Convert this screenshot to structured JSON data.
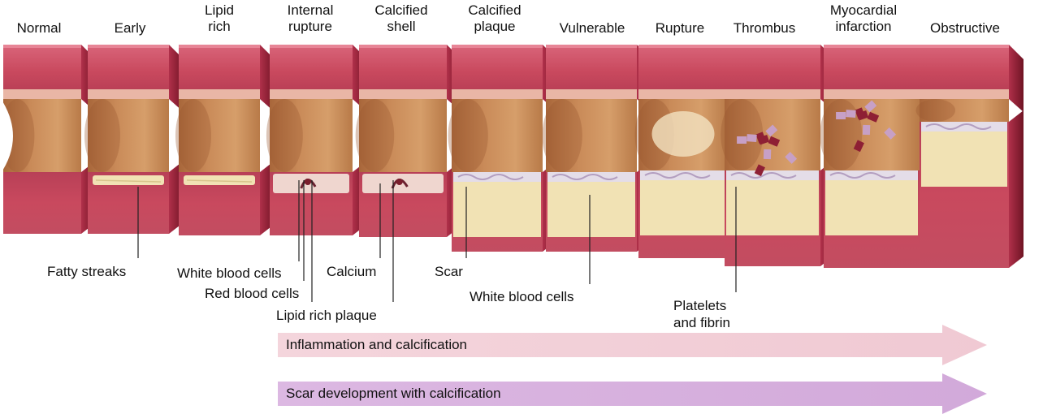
{
  "stages": [
    {
      "label": "Normal"
    },
    {
      "label": "Early"
    },
    {
      "label": "Lipid\nrich"
    },
    {
      "label": "Internal\nrupture"
    },
    {
      "label": "Calcified\nshell"
    },
    {
      "label": "Calcified\nplaque"
    },
    {
      "label": "Vulnerable"
    },
    {
      "label": "Rupture"
    },
    {
      "label": "Thrombus"
    },
    {
      "label": "Myocardial\ninfarction"
    },
    {
      "label": "Obstructive"
    }
  ],
  "callouts": {
    "fatty_streaks": "Fatty streaks",
    "white_blood_cells": "White blood cells",
    "red_blood_cells": "Red blood cells",
    "lipid_rich_plaque": "Lipid rich plaque",
    "calcium": "Calcium",
    "scar": "Scar",
    "white_blood_cells_2": "White blood cells",
    "platelets_fibrin": "Platelets\nand fibrin"
  },
  "arrows": {
    "inflammation": "Inflammation and calcification",
    "scar_development": "Scar development with calcification"
  },
  "colors": {
    "wall_outer": "#c9495e",
    "wall_dark": "#8e1f34",
    "wall_pale": "#e9b6a6",
    "lumen": "#c98a58",
    "plaque": "#f1e2b4",
    "arrow_pink": "#f0c9d3",
    "arrow_purple": "#d2a9da"
  }
}
